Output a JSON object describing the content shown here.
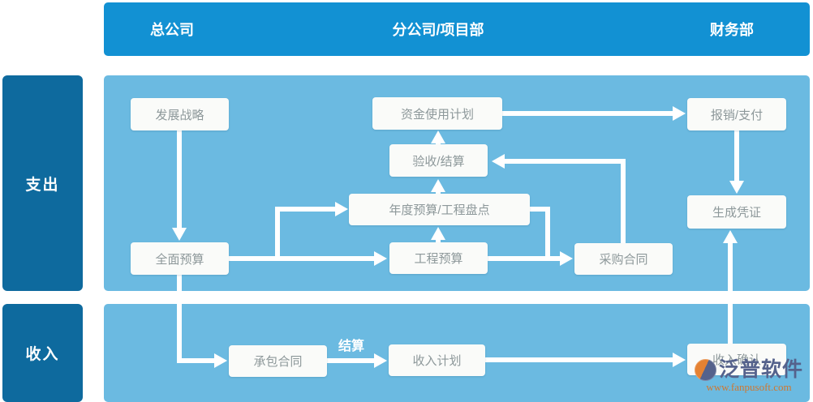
{
  "header": {
    "columns": [
      "总公司",
      "分公司/项目部",
      "财务部"
    ]
  },
  "row_labels": {
    "expense": "支出",
    "income": "收入"
  },
  "nodes": {
    "strategy": "发展战略",
    "fund_use_plan": "资金使用计划",
    "reimburse_pay": "报销/支付",
    "acceptance_settle": "验收/结算",
    "annual_budget_inventory": "年度预算/工程盘点",
    "generate_voucher": "生成凭证",
    "overall_budget": "全面预算",
    "engineering_budget": "工程预算",
    "procurement_contract": "采购合同",
    "contracting_contract": "承包合同",
    "income_plan": "收入计划",
    "income_confirm": "收入确认"
  },
  "edge_labels": {
    "settlement": "结算"
  },
  "watermark": {
    "brand": "泛普软件",
    "url": "www.fanpusoft.com"
  },
  "colors": {
    "header_bar": "#1291d3",
    "row_label": "#0e6a9e",
    "panel": "#6bbae1",
    "node_bg": "#fafbf9",
    "node_text": "#8d989a",
    "arrow": "#ffffff",
    "watermark_brand": "#55628c",
    "watermark_url": "#cf7730",
    "watermark_orange": "#e58233"
  }
}
